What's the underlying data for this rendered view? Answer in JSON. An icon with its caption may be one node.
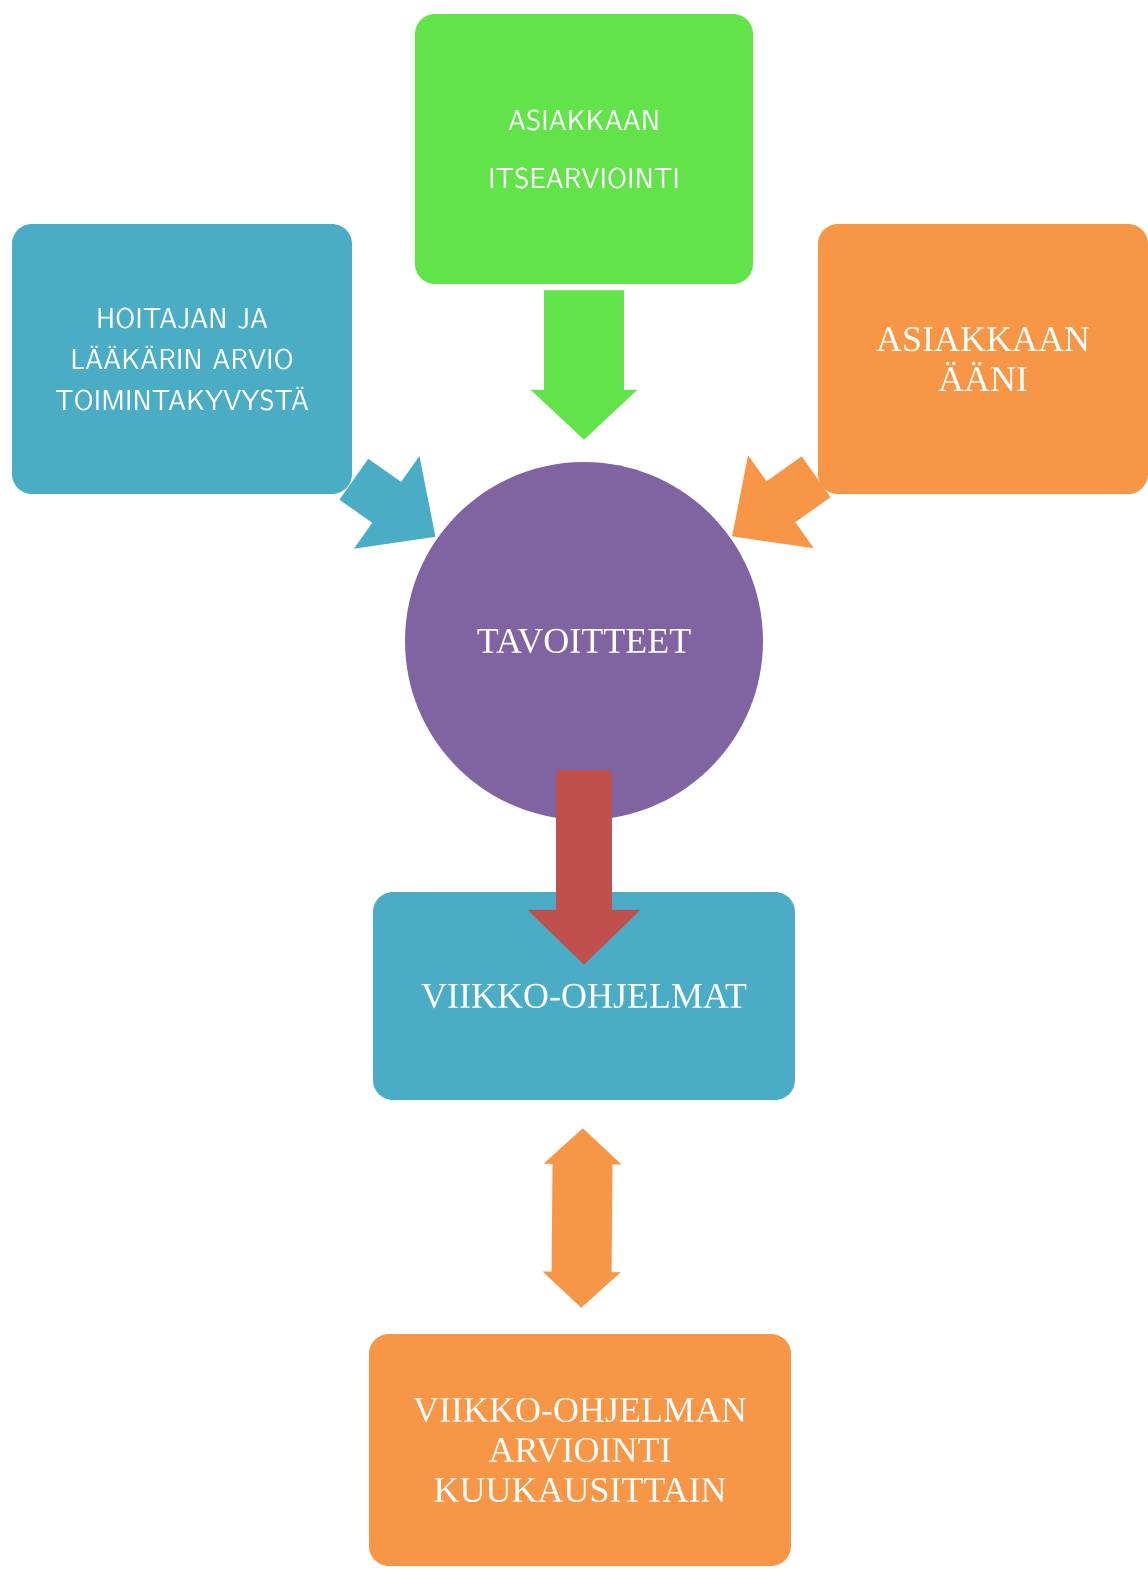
{
  "diagram": {
    "nodes": [
      {
        "text": [
          "HOITAJAN JA LÄÄKÄRIN ARVIO TOIMINTAKYVYSTÄ"
        ]
      },
      {
        "text": [
          "ASIAKKAAN ITSEARVIOINTI"
        ]
      },
      {
        "text": [
          "ASIAKKAAN ÄÄNI"
        ]
      },
      {
        "text": [
          "TAVOITTEET"
        ]
      },
      {
        "text": [
          "VIIKKO-OHJELMAT"
        ]
      },
      {
        "text": [
          "VIIKKO-OHJELMAN ARVIOINTI KUUKAUSITTAIN"
        ]
      }
    ],
    "edges": [
      {
        "from": 0,
        "to": 3,
        "arrow": "to",
        "color": "#4bacc6"
      },
      {
        "from": 1,
        "to": 3,
        "arrow": "to",
        "color": "#62e34a"
      },
      {
        "from": 2,
        "to": 3,
        "arrow": "to",
        "color": "#f79646"
      },
      {
        "from": 3,
        "to": 4,
        "arrow": "to",
        "color": "#c0504d"
      },
      {
        "from": 4,
        "to": 5,
        "arrow": "both",
        "color": "#f79646"
      }
    ]
  }
}
